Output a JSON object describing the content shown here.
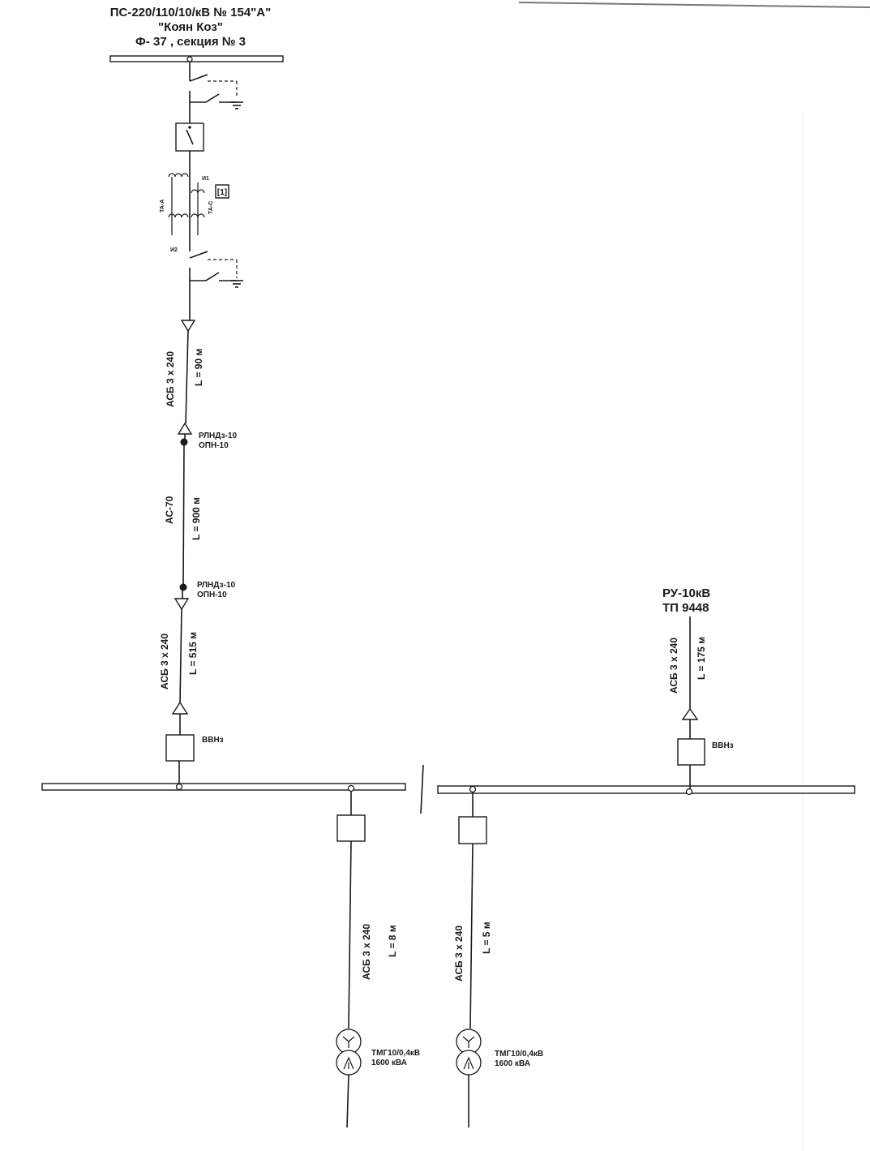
{
  "header": {
    "line1": "ПС-220/110/10/кВ № 154\"А\"",
    "line2": "\"Коян Коз\"",
    "line3": "Ф- 37 , секция № 3"
  },
  "ct": {
    "label_a": "ТА-А",
    "label_c": "ТА-С",
    "term_i1": "И1",
    "term_i2": "И2",
    "meter": "[1]"
  },
  "cables": {
    "c1_type": "АСБ 3 х 240",
    "c1_len": "L = 90 м",
    "ac_type": "АС-70",
    "ac_len": "L = 900 м",
    "c2_type": "АСБ 3 х 240",
    "c2_len": "L = 515 м",
    "tp_type": "АСБ 3 х 240",
    "tp_len": "L = 175 м",
    "t1_type": "АСБ 3 х 240",
    "t1_len": "L = 8 м",
    "t2_type": "АСБ 3 х 240",
    "t2_len": "L = 5 м"
  },
  "equipment": {
    "rlnd1": "РЛНДз-10",
    "opn1": "ОПН-10",
    "rlnd2": "РЛНДз-10",
    "opn2": "ОПН-10",
    "vvn_left": "ВВНз",
    "vvn_right": "ВВНз"
  },
  "ru": {
    "line1": "РУ-10кВ",
    "line2": "ТП 9448"
  },
  "transformers": {
    "t1_model": "ТМГ10/0,4кВ",
    "t1_power": "1600 кВА",
    "t2_model": "ТМГ10/0,4кВ",
    "t2_power": "1600 кВА"
  }
}
